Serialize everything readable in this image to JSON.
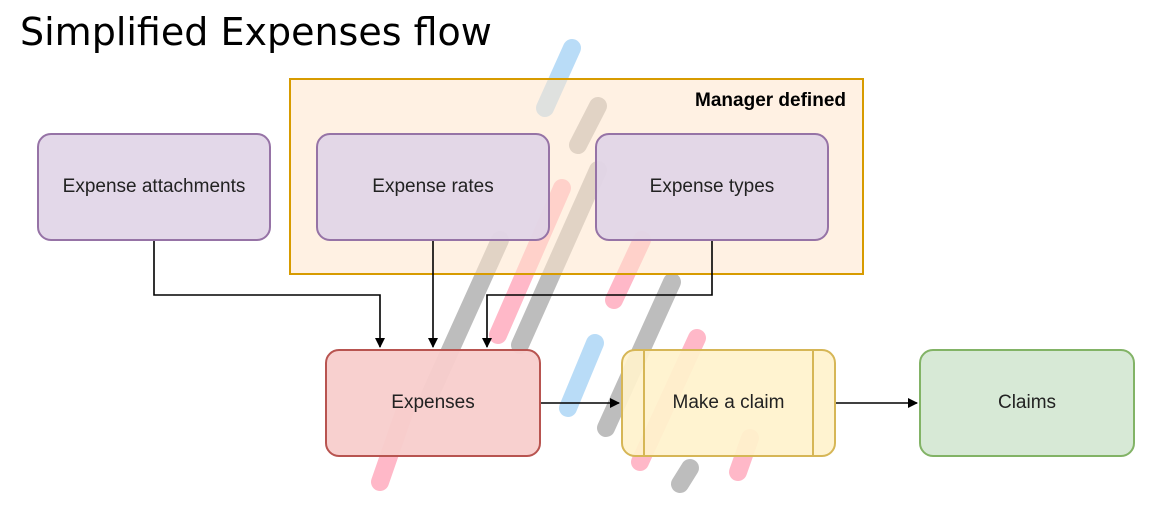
{
  "title": "Simplified Expenses flow",
  "group": {
    "label": "Manager defined"
  },
  "nodes": {
    "expense_attachments": "Expense attachments",
    "expense_rates": "Expense rates",
    "expense_types": "Expense types",
    "expenses": "Expenses",
    "make_a_claim": "Make a claim",
    "claims": "Claims"
  },
  "colors": {
    "purple_fill": "#e1d5e7",
    "purple_stroke": "#9673a6",
    "red_fill": "#f8cecc",
    "red_stroke": "#b85450",
    "yellow_fill": "#fff2cc",
    "yellow_stroke": "#d6b656",
    "green_fill": "#d5e8d4",
    "green_stroke": "#82b366",
    "group_fill": "#ffe6cc",
    "group_stroke": "#d79b00"
  }
}
